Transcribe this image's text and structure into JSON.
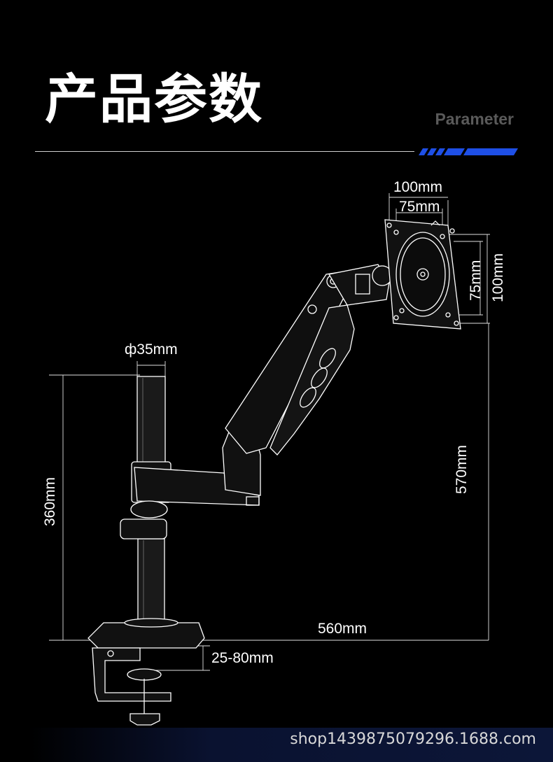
{
  "header": {
    "title": "产品参数",
    "subtitle": "Parameter"
  },
  "dimensions": {
    "vesa_outer_width": "100mm",
    "vesa_inner_width": "75mm",
    "vesa_inner_height": "75mm",
    "vesa_outer_height": "100mm",
    "pole_diameter": "ф35mm",
    "pole_height": "360mm",
    "max_height": "570mm",
    "max_reach": "560mm",
    "clamp_range": "25-80mm"
  },
  "footer": {
    "watermark": "shop1439875079296.1688.com"
  },
  "colors": {
    "background": "#000000",
    "accent_blue": "#1e4fe6",
    "line": "#ffffff",
    "subtitle": "#5a5a5a"
  }
}
